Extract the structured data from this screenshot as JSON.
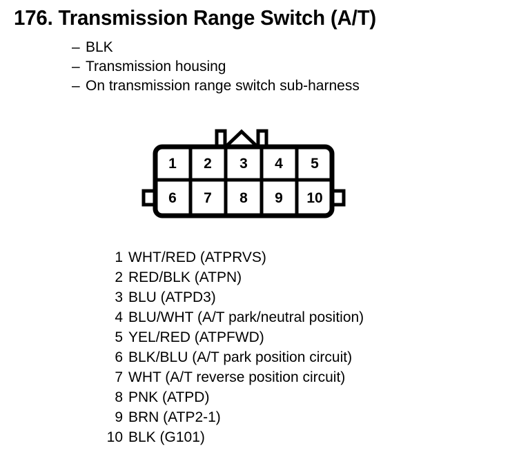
{
  "page": {
    "title": "176. Transmission Range Switch (A/T)"
  },
  "notes": {
    "dash": "–",
    "items": [
      "BLK",
      "Transmission housing",
      "On transmission range switch sub-harness"
    ]
  },
  "connector": {
    "name": "transmission-range-switch-connector",
    "cavity_count": 10,
    "rows": [
      [
        "1",
        "2",
        "3",
        "4",
        "5"
      ],
      [
        "6",
        "7",
        "8",
        "9",
        "10"
      ]
    ],
    "stroke_color": "#000000",
    "fill_color": "#ffffff"
  },
  "pin_list": [
    {
      "pin": "1",
      "desc": "WHT/RED (ATPRVS)"
    },
    {
      "pin": "2",
      "desc": "RED/BLK (ATPN)"
    },
    {
      "pin": "3",
      "desc": "BLU (ATPD3)"
    },
    {
      "pin": "4",
      "desc": "BLU/WHT (A/T park/neutral position)"
    },
    {
      "pin": "5",
      "desc": "YEL/RED (ATPFWD)"
    },
    {
      "pin": "6",
      "desc": "BLK/BLU (A/T park position circuit)"
    },
    {
      "pin": "7",
      "desc": "WHT (A/T reverse position circuit)"
    },
    {
      "pin": "8",
      "desc": "PNK (ATPD)"
    },
    {
      "pin": "9",
      "desc": "BRN (ATP2-1)"
    },
    {
      "pin": "10",
      "desc": "BLK (G101)"
    }
  ]
}
